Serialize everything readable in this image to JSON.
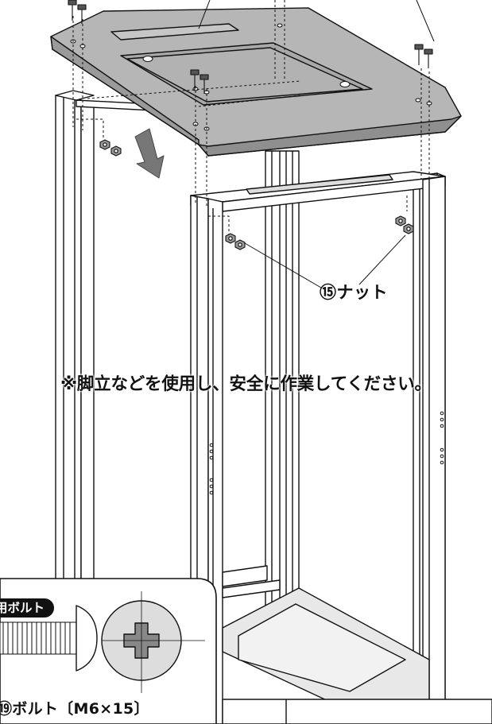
{
  "labels": {
    "nut": "⑮ナット",
    "caution": "※脚立などを使用し、安全に作業してください。",
    "bolt_tag": "用ボルト",
    "bolt_spec": "⑲ボルト〔M6×15〕"
  },
  "colors": {
    "top_panel": "#b6b6b6",
    "top_panel_edge": "#8f8f8f",
    "line": "#111111",
    "arrow": "#777777",
    "frame": "#ffffff",
    "floor": "#e6e6e6"
  }
}
